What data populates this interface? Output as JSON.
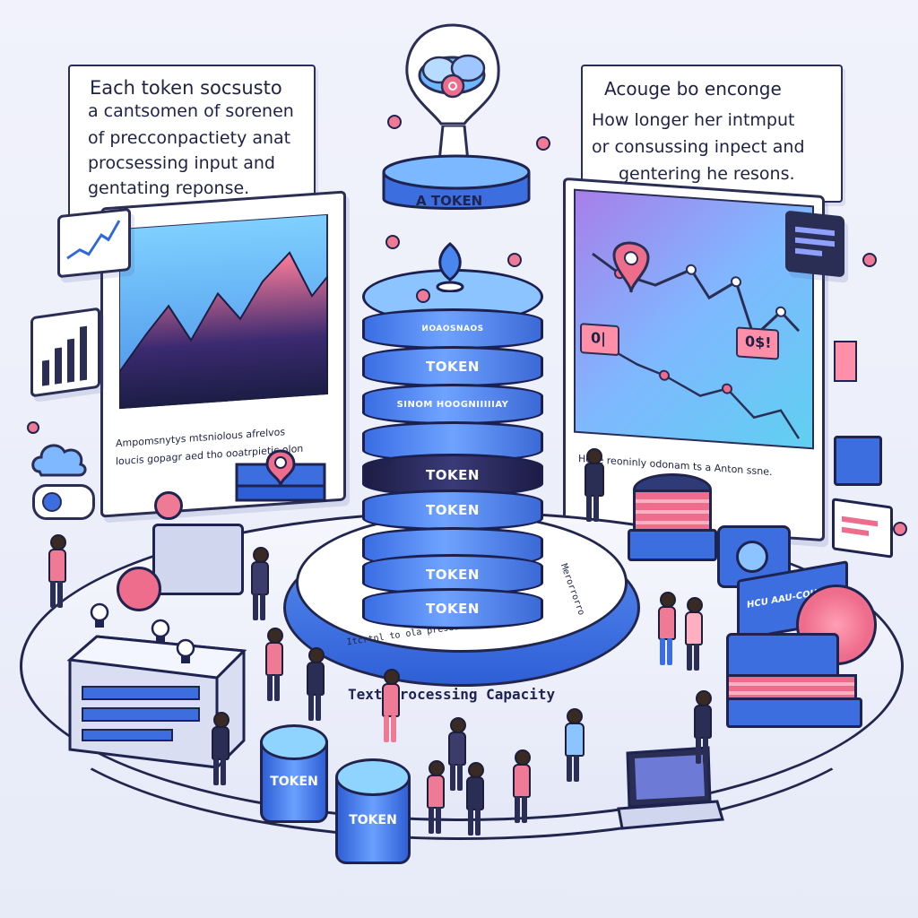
{
  "callouts": {
    "left": {
      "line1": "Each token socsusto",
      "line2": "a cantsomen of sorenen",
      "line3": "of precconpactiety anat",
      "line4": "procsessing input and",
      "line5": "gentating reponse."
    },
    "right": {
      "line1": "Acouge bo enconge",
      "line2": "How longer her intmput",
      "line3": "or consussing inpect and",
      "line4": "gentering he resons."
    }
  },
  "tower": {
    "top_label": "A TOKEN",
    "bands": [
      "TOKEN",
      "TOKEN",
      "TOKEN",
      "TOKEN",
      "TOKEN"
    ],
    "band_small_1": "ИOAOSNAOS",
    "band_small_2": "SINOM HOOGNIIIIIAY"
  },
  "base": {
    "ring_text": "Text Processing Capacity",
    "ring_small_left": "Itcrtnl to ola preseslo purlo io",
    "ring_small_right": "Merorrorro"
  },
  "left_panel": {
    "caption1": "Ampomsnytys mtsniolous afrelvos",
    "caption2": "loucis gopagr aed tho ooatrpietic olon"
  },
  "right_panel": {
    "caption": "Hove reoninly odonam ts a Anton ssne.",
    "badge1": "0|",
    "badge2": "0$!"
  },
  "floor": {
    "cyl1": "TOKEN",
    "cyl2": "TOKEN",
    "sign": "HCU AAU-COUSE"
  },
  "colors": {
    "accent": "#3b6fe0",
    "pink": "#f0708e",
    "navy": "#22264d"
  },
  "icons": [
    "cloud-icon",
    "chart-icon",
    "bar-chart-icon",
    "pin-icon",
    "lightbulb-icon",
    "laptop-icon",
    "server-icon"
  ]
}
